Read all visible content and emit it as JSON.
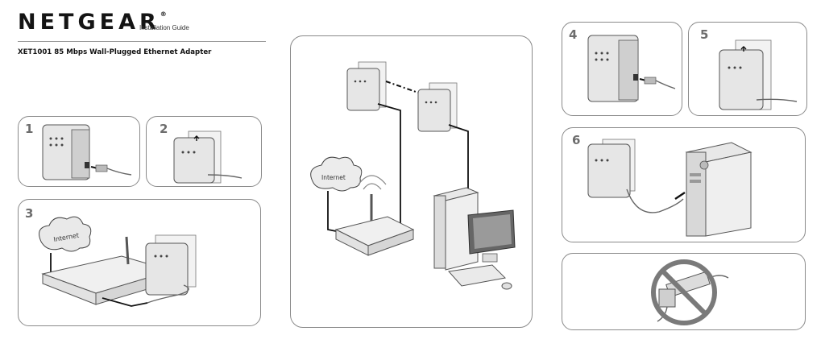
{
  "header": {
    "brand": "NETGEAR",
    "registered_mark": "®",
    "guide_label": "Installation Guide",
    "product_title": "XET1001 85 Mbps Wall-Plugged Ethernet Adapter"
  },
  "steps": [
    {
      "number": "1"
    },
    {
      "number": "2"
    },
    {
      "number": "3",
      "cloud_label": "Internet"
    },
    {
      "number": "4"
    },
    {
      "number": "5"
    },
    {
      "number": "6"
    }
  ],
  "overview": {
    "cloud_label": "Internet"
  },
  "colors": {
    "panel_border": "#8a8a8a",
    "device_gray": "#d9d9d9",
    "warning_circle": "#7a7a7a",
    "cable": "#111111"
  }
}
